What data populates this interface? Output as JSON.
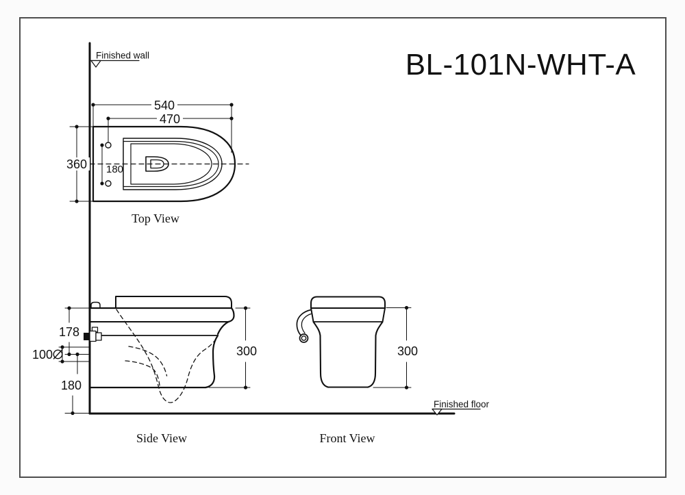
{
  "title": "BL-101N-WHT-A",
  "annotations": {
    "finished_wall": "Finished wall",
    "finished_floor": "Finished floor"
  },
  "views": {
    "top": {
      "label": "Top View",
      "dims": {
        "overall_depth": "540",
        "bowl_depth": "470",
        "overall_width": "360",
        "hole_spacing": "180"
      }
    },
    "side": {
      "label": "Side View",
      "dims": {
        "rim_to_inlet": "178",
        "outlet_bore": "100",
        "outlet_symbol": "Ø",
        "inlet_to_floor": "180",
        "height": "300"
      }
    },
    "front": {
      "label": "Front View",
      "dims": {
        "height": "300"
      }
    }
  },
  "colors": {
    "ink": "#111111",
    "frame": "#4d4d4d",
    "paper": "#ffffff"
  }
}
